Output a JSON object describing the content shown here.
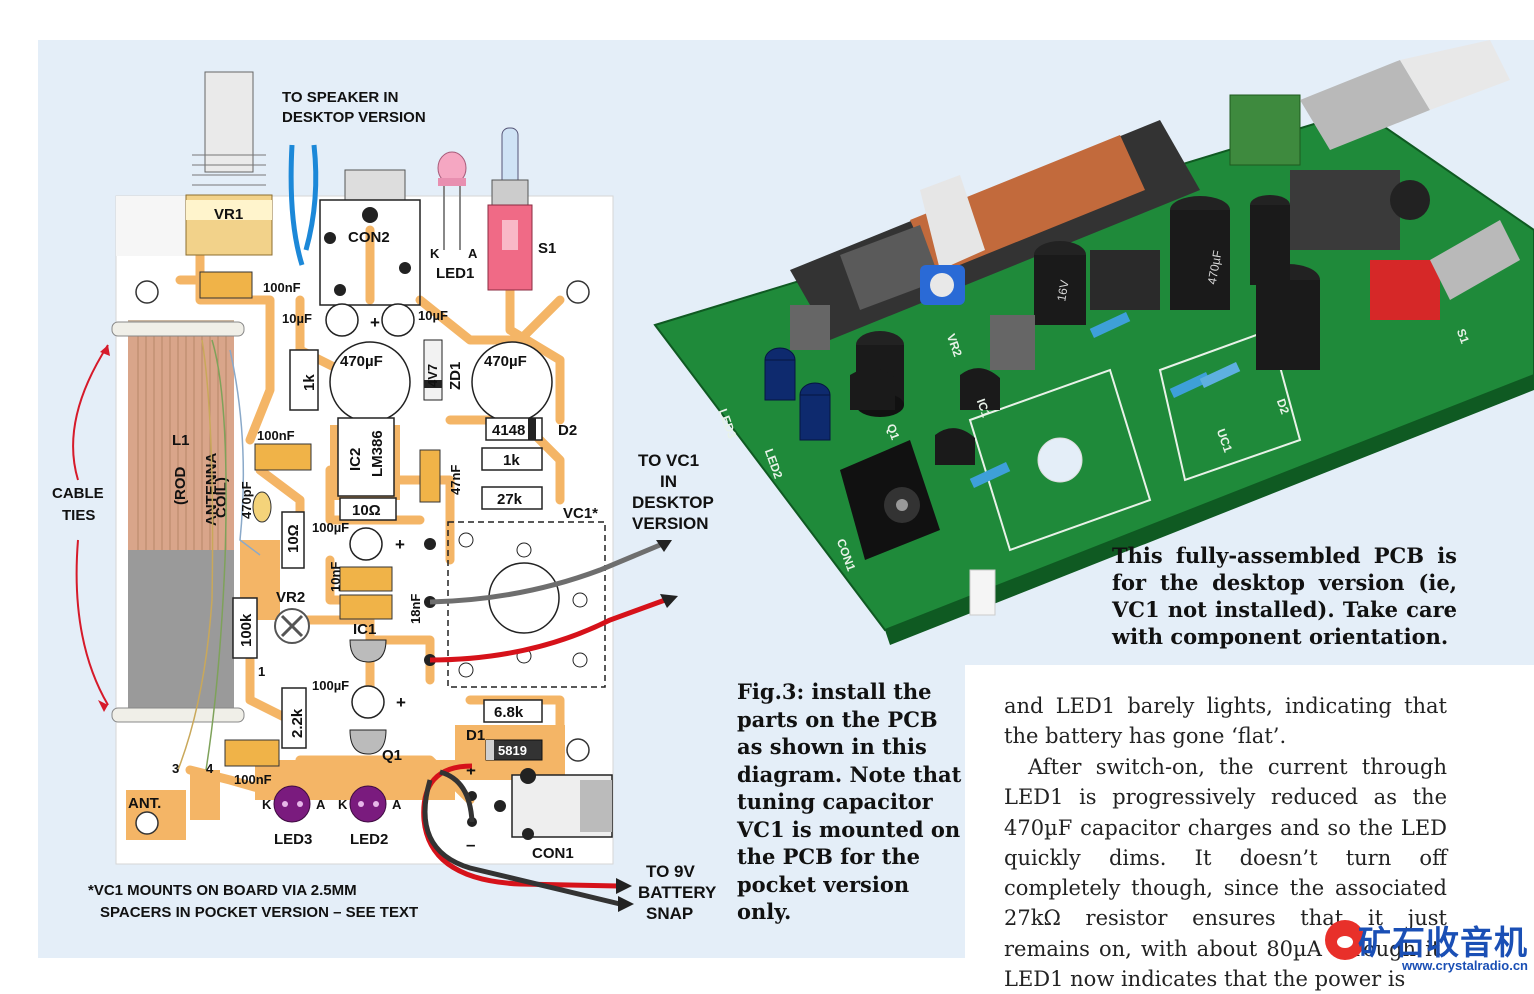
{
  "diagram": {
    "labels": {
      "to_speaker": [
        "TO SPEAKER IN",
        "DESKTOP VERSION"
      ],
      "vr1": "VR1",
      "con2": "CON2",
      "k": "K",
      "a": "A",
      "led1": "LED1",
      "s1": "S1",
      "c100nf_a": "100nF",
      "c10uf_a": "10µF",
      "c10uf_b": "10µF",
      "c470uf_a": "470µF",
      "c470uf_b": "470µF",
      "r1k_a": "1k",
      "zd1": "ZD1",
      "zd_val": "4V7",
      "c100nf_b": "100nF",
      "ic2": "IC2",
      "lm386": "LM386",
      "d2_val": "4148",
      "d2": "D2",
      "r1k_b": "1k",
      "c47nf": "47nF",
      "r27k": "27k",
      "l1": "L1",
      "rod": [
        "(ROD",
        "ANTENNA",
        "COIL)"
      ],
      "cable_ties": [
        "CABLE",
        "TIES"
      ],
      "c470pf": "470pF",
      "r10ohm_a": "10Ω",
      "r10ohm_b": "10Ω",
      "c100uf_a": "100µF",
      "vc1_box": "VC1*",
      "to_vc1": [
        "TO VC1",
        "IN",
        "DESKTOP",
        "VERSION"
      ],
      "c10nf": "10nF",
      "vr2": "VR2",
      "r100k": "100k",
      "ic1": "IC1",
      "c18nf": "18nF",
      "c100uf_b": "100µF",
      "r2_2k": "2.2k",
      "q1": "Q1",
      "r6_8k": "6.8k",
      "d1": "D1",
      "d1_val": "5819",
      "c100nf_c": "100nF",
      "ant": "ANT.",
      "led3": "LED3",
      "led2": "LED2",
      "con1": "CON1",
      "plus": "+",
      "minus": "–",
      "pin3": "3",
      "pin4": "4",
      "pin1": "1",
      "to_9v": [
        "TO 9V",
        "BATTERY",
        "SNAP"
      ],
      "footnote": [
        "*VC1 MOUNTS ON BOARD VIA 2.5MM",
        "SPACERS IN POCKET VERSION – SEE TEXT"
      ]
    }
  },
  "photo": {
    "pcb_labels": [
      "LED3",
      "LED2",
      "CON1",
      "IC1",
      "Q1",
      "VR2",
      "UC1",
      "D2",
      "S1",
      "470µF",
      "16V"
    ]
  },
  "photo_caption": "This fully-assembled PCB is for the desktop version (ie, VC1 not installed). Take care with component orientation.",
  "fig_caption": "Fig.3: install the parts on the PCB as shown in this diagram. Note that tuning capacitor VC1 is mounted on the PCB for the pocket version only.",
  "body_text": {
    "p1": "and LED1 barely lights, indicating that the battery has gone ‘flat’.",
    "p2": "After switch-on, the current through LED1 is progressively reduced as the 470µF capacitor charges and so the LED quickly dims. It doesn’t turn off completely though, since the associated 27kΩ resistor ensures that it just remains on, with about 80µA through it. LED1 now indicates that the power is"
  },
  "watermark": {
    "chinese": "矿石收音机",
    "url": "www.crystalradio.cn"
  },
  "colors": {
    "pcb_board": "#ffffff",
    "tracks": "#f4b566",
    "panel_bg": "#e4eef8",
    "led_purple": "#7a1b7e",
    "wire_red": "#d6121a",
    "wire_blue": "#1c88d8",
    "photo_pcb_green": "#1f8a3a",
    "watermark_blue": "#1a4fb5"
  }
}
